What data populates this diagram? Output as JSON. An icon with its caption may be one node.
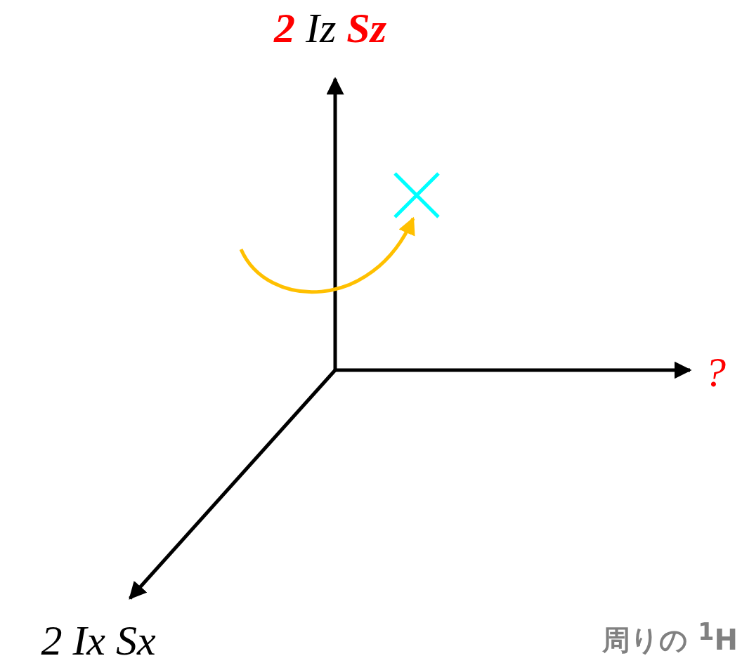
{
  "diagram": {
    "nodes": [
      {
        "text": [
          "**2** Iz **Sz**"
        ]
      },
      {
        "text": [
          "?"
        ]
      },
      {
        "text": [
          "2 Ix Sx"
        ]
      },
      {
        "text": [],
        "shape": "cross"
      }
    ],
    "edges": [
      {
        "from": null,
        "to": 0,
        "arrow": "to"
      },
      {
        "from": null,
        "to": 1,
        "arrow": "to"
      },
      {
        "from": null,
        "to": 2,
        "arrow": "to"
      },
      {
        "from": null,
        "to": 3,
        "arrow": "to",
        "color": "#ffc000"
      }
    ],
    "labels": [
      "周りの $^{1}$H"
    ]
  }
}
